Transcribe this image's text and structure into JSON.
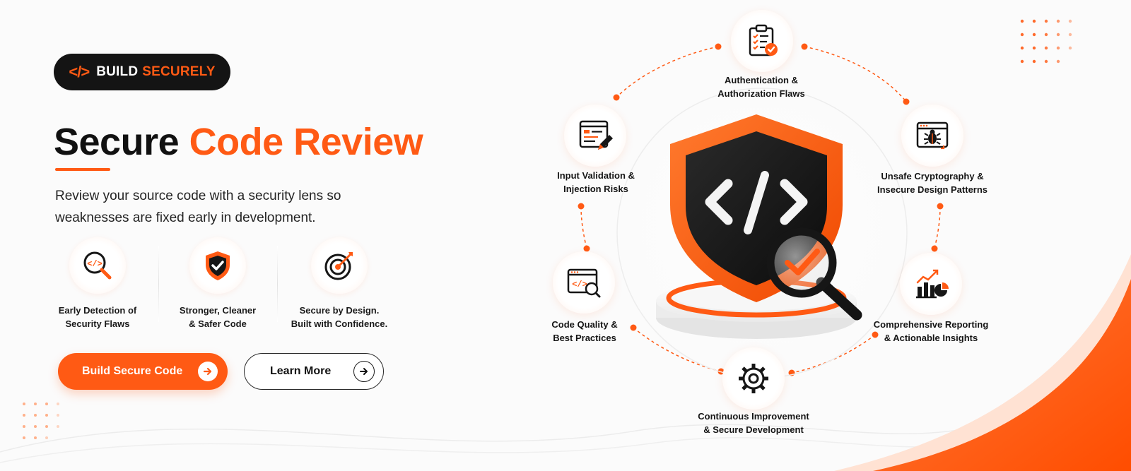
{
  "colors": {
    "accent": "#ff5a14",
    "dark": "#141414",
    "text": "#242424",
    "background": "#fbfbfb"
  },
  "badge": {
    "icon": "code-brackets-icon",
    "word1": "BUILD",
    "word2": "SECURELY"
  },
  "headline": {
    "part1": "Secure",
    "part2": "Code Review"
  },
  "lede": "Review your source code with a security lens so weaknesses are fixed early in development.",
  "features": [
    {
      "icon": "code-magnifier-icon",
      "line1": "Early Detection of",
      "line2": "Security Flaws"
    },
    {
      "icon": "shield-check-icon",
      "line1": "Stronger, Cleaner",
      "line2": "& Safer Code"
    },
    {
      "icon": "target-arrow-icon",
      "line1": "Secure by Design.",
      "line2": "Built with Confidence."
    }
  ],
  "buttons": {
    "primary": {
      "label": "Build Secure Code",
      "icon": "arrow-right-icon"
    },
    "secondary": {
      "label": "Learn More",
      "icon": "arrow-right-icon"
    }
  },
  "diagram": {
    "center_icon": "shield-code-magnifier-icon",
    "nodes": [
      {
        "icon": "clipboard-checklist-icon",
        "line1": "Authentication &",
        "line2": "Authorization Flaws"
      },
      {
        "icon": "browser-bug-icon",
        "line1": "Unsafe Cryptography &",
        "line2": "Insecure Design Patterns"
      },
      {
        "icon": "bar-chart-report-icon",
        "line1": "Comprehensive Reporting",
        "line2": "& Actionable Insights"
      },
      {
        "icon": "gear-icon",
        "line1": "Continuous Improvement",
        "line2": "& Secure Development"
      },
      {
        "icon": "code-window-search-icon",
        "line1": "Code Quality &",
        "line2": "Best Practices"
      },
      {
        "icon": "form-pencil-icon",
        "line1": "Input Validation &",
        "line2": "Injection Risks"
      }
    ]
  }
}
